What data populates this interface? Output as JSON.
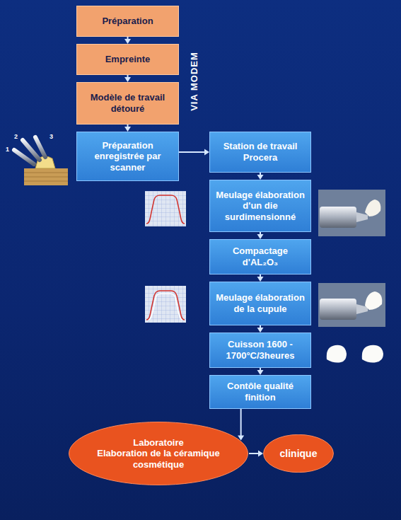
{
  "diagram": {
    "nodes": [
      {
        "text": [
          "Préparation"
        ]
      },
      {
        "text": [
          "Empreinte"
        ]
      },
      {
        "text": [
          "Modèle de travail détouré"
        ]
      },
      {
        "text": [
          "Préparation enregistrée par scanner"
        ]
      },
      {
        "text": [
          "Station de travail Procera"
        ]
      },
      {
        "text": [
          "Meulage élaboration d'un die surdimensionné"
        ]
      },
      {
        "text": [
          "Compactage d'AL₂O₃"
        ]
      },
      {
        "text": [
          "Meulage élaboration de la cupule"
        ]
      },
      {
        "text": [
          "Cuisson 1600 - 1700°C/3heures"
        ]
      },
      {
        "text": [
          "Contôle qualité finition"
        ]
      },
      {
        "text": [
          "Laboratoire",
          "Elaboration de la céramique cosmétique"
        ]
      },
      {
        "text": [
          "clinique"
        ]
      }
    ],
    "edges": [
      {
        "from": 0,
        "to": 1,
        "arrow": "to"
      },
      {
        "from": 1,
        "to": 2,
        "arrow": "to"
      },
      {
        "from": 2,
        "to": 3,
        "arrow": "to"
      },
      {
        "from": 3,
        "to": 4,
        "arrow": "to"
      },
      {
        "from": 4,
        "to": 5,
        "arrow": "to"
      },
      {
        "from": 5,
        "to": 6,
        "arrow": "to"
      },
      {
        "from": 6,
        "to": 7,
        "arrow": "to"
      },
      {
        "from": 7,
        "to": 8,
        "arrow": "to"
      },
      {
        "from": 8,
        "to": 9,
        "arrow": "to"
      },
      {
        "from": 9,
        "to": 10,
        "arrow": "to"
      },
      {
        "from": 10,
        "to": 11,
        "arrow": "to"
      }
    ],
    "labels": [
      "VIA MODEM",
      "1",
      "2",
      "3"
    ]
  }
}
